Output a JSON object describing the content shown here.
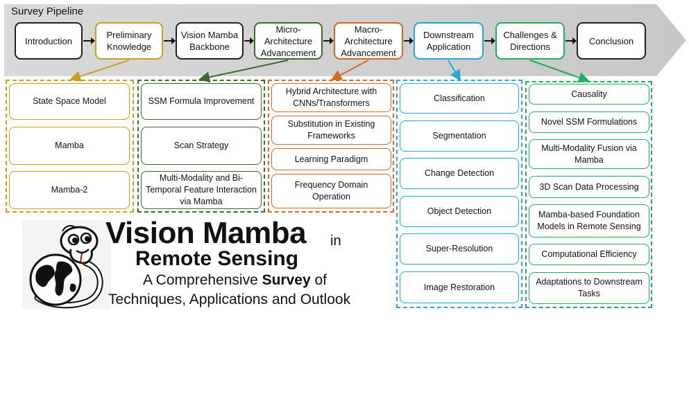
{
  "pipeline": {
    "title": "Survey Pipeline",
    "stages": [
      {
        "label": "Introduction",
        "color": "#222222"
      },
      {
        "label": "Preliminary Knowledge",
        "color": "#c9a01c"
      },
      {
        "label": "Vision Mamba Backbone",
        "color": "#222222"
      },
      {
        "label": "Micro-Architecture Advancement",
        "color": "#3f6a2e"
      },
      {
        "label": "Macro-Architecture Advancement",
        "color": "#d06a26"
      },
      {
        "label": "Downstream Application",
        "color": "#24a8d8"
      },
      {
        "label": "Challenges & Directions",
        "color": "#1fae5b"
      },
      {
        "label": "Conclusion",
        "color": "#222222"
      }
    ]
  },
  "groups": {
    "preliminary": {
      "color": "#c9a01c",
      "items": [
        "State Space Model",
        "Mamba",
        "Mamba-2"
      ]
    },
    "micro": {
      "color": "#3f6a2e",
      "items": [
        "SSM Formula Improvement",
        "Scan Strategy",
        "Multi-Modality and Bi-Temporal Feature Interaction via Mamba"
      ]
    },
    "macro": {
      "color": "#d06a26",
      "items": [
        "Hybrid Architecture with CNNs/Transformers",
        "Substitution in Existing Frameworks",
        "Learning Paradigm",
        "Frequency Domain Operation"
      ]
    },
    "downstream": {
      "color": "#24a8d8",
      "items": [
        "Classification",
        "Segmentation",
        "Change Detection",
        "Object Detection",
        "Super-Resolution",
        "Image Restoration"
      ]
    },
    "challenges": {
      "color": "#1fae5b",
      "items": [
        "Causality",
        "Novel SSM Formulations",
        "Multi-Modality Fusion via Mamba",
        "3D Scan Data Processing",
        "Mamba-based Foundation Models in Remote Sensing",
        "Computational Efficiency",
        "Adaptations to Downstream Tasks"
      ]
    }
  },
  "banner": {
    "title": "Vision Mamba",
    "in": "in",
    "subtitle": "Remote Sensing",
    "tagline_a": "A Comprehensive ",
    "tagline_bold": "Survey",
    "tagline_b": " of",
    "tagline_c": "Techniques, Applications and Outlook",
    "logo_icon": "snake-globe-logo"
  }
}
